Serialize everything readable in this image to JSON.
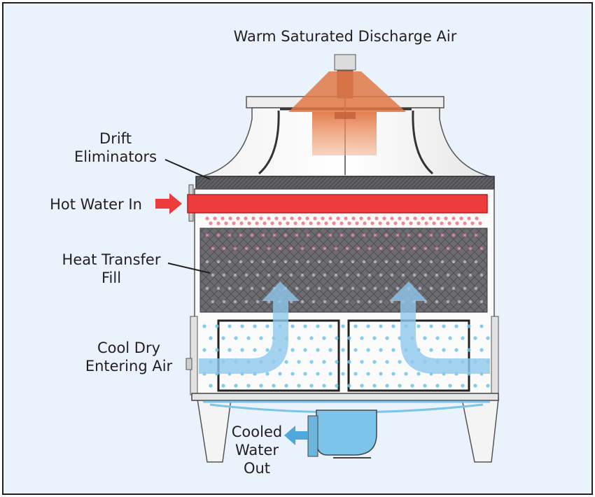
{
  "labels": {
    "discharge_air": "Warm Saturated Discharge Air",
    "drift_eliminators": [
      "Drift",
      "Eliminators"
    ],
    "hot_water_in": "Hot Water In",
    "heat_transfer_fill": [
      "Heat Transfer",
      "Fill"
    ],
    "cool_dry_air": [
      "Cool Dry",
      "Entering Air"
    ],
    "cooled_water_out": [
      "Cooled",
      "Water",
      "Out"
    ]
  },
  "colors": {
    "background": "#eaf2fb",
    "frame": "#231f20",
    "hot_water": "#ee3b3b",
    "discharge_air": "#e8825a",
    "cool_air": "#8fc8ec",
    "fill_media": "#6b6b70",
    "water_drops": "#6cc3ea",
    "basin_water": "#7cc4ea"
  },
  "icons": [
    "red-inlet-arrow",
    "blue-outlet-arrow",
    "blue-airflow-arrow",
    "orange-discharge-plume"
  ]
}
